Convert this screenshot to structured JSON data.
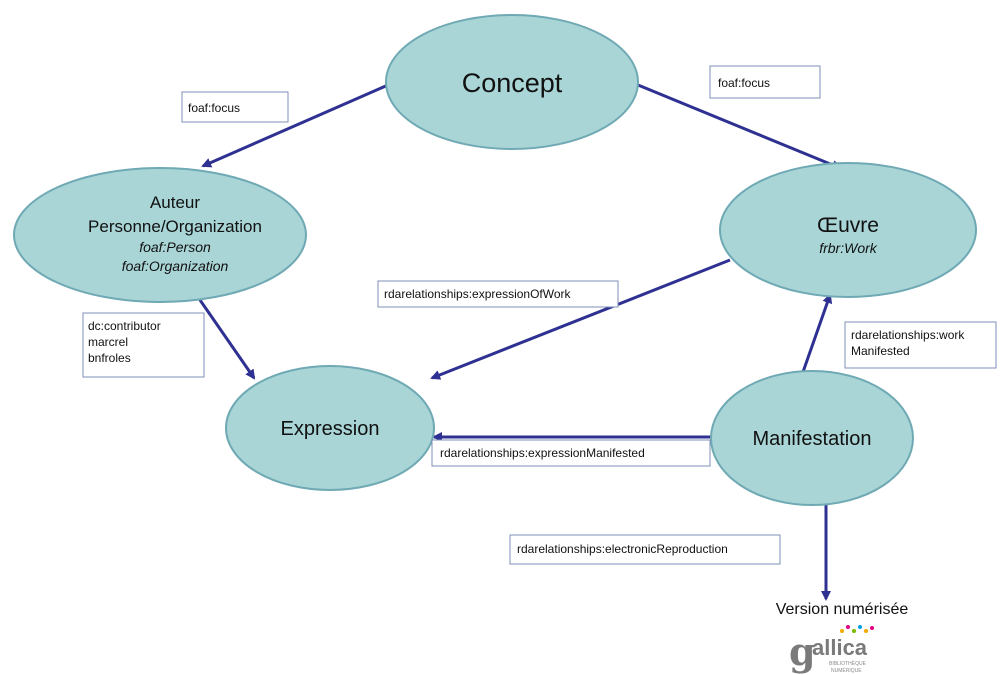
{
  "nodes": {
    "concept": {
      "title": "Concept"
    },
    "auteur": {
      "title_line1": "Auteur",
      "title_line2": "Personne/Organization",
      "sub_line1": "foaf:Person",
      "sub_line2": "foaf:Organization"
    },
    "oeuvre": {
      "title": "Œuvre",
      "sub": "frbr:Work"
    },
    "expression": {
      "title": "Expression"
    },
    "manifestation": {
      "title": "Manifestation"
    }
  },
  "edges": {
    "concept_auteur": "foaf:focus",
    "concept_oeuvre": "foaf:focus",
    "auteur_expression": [
      "dc:contributor",
      "marcrel",
      "bnfroles"
    ],
    "oeuvre_expression": "rdarelationships:expressionOfWork",
    "manifestation_oeuvre": [
      "rdarelationships:work",
      "Manifested"
    ],
    "manifestation_expression": "rdarelationships:expressionManifested",
    "manifestation_version": "rdarelationships:electronicReproduction"
  },
  "version": {
    "label": "Version numérisée"
  },
  "logo": {
    "word": "gallica",
    "line1": "BIBLIOTHÈQUE",
    "line2": "NUMÉRIQUE"
  },
  "colors": {
    "node_fill": "#a9d5d6",
    "node_stroke": "#6fa9b4",
    "arrow": "#2e3192"
  }
}
